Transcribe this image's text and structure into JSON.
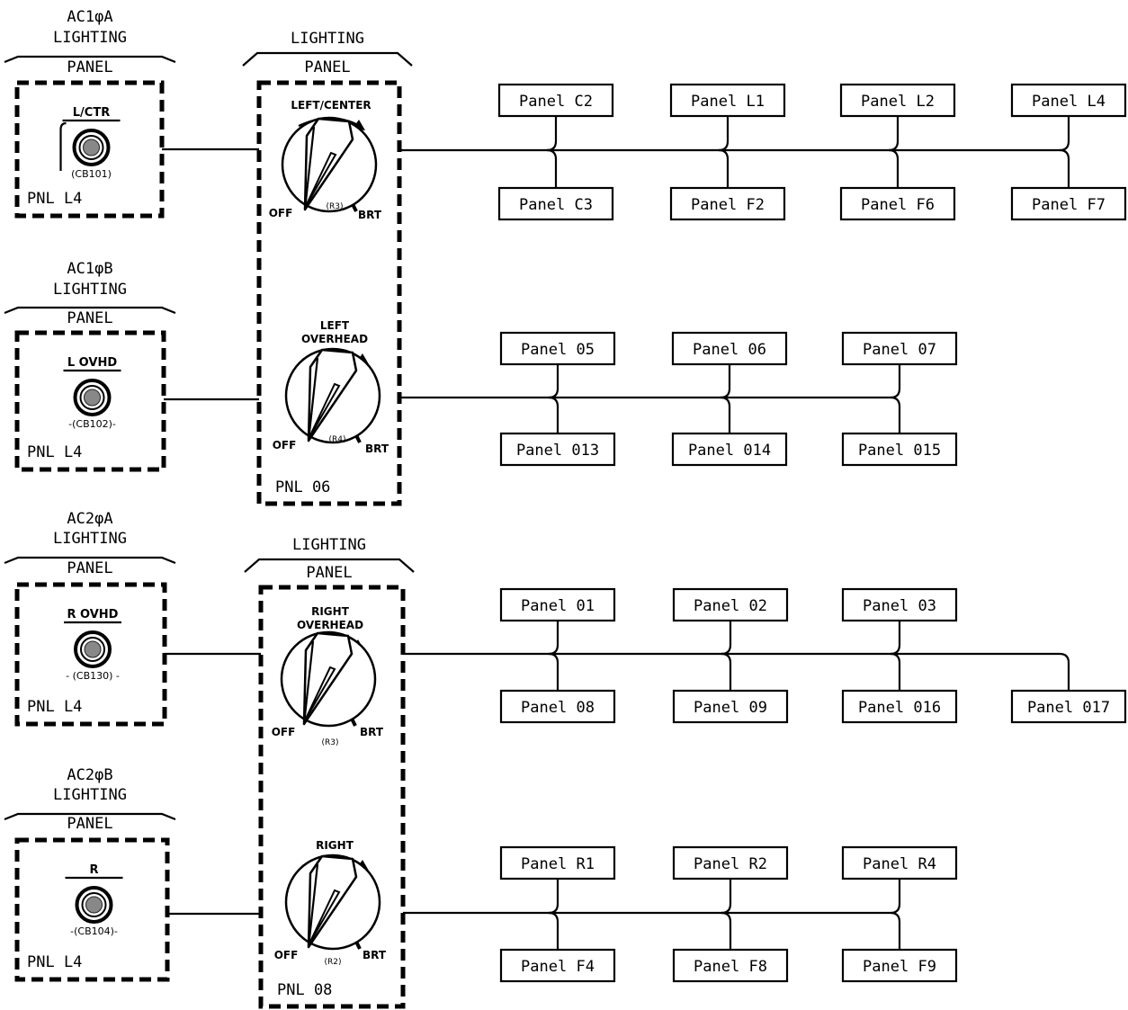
{
  "breaker_panels": [
    {
      "header_lines": [
        "AC1φA",
        "LIGHTING"
      ],
      "panel_label": "PANEL",
      "switch_label": "L/CTR",
      "breaker_id": "(CB101)",
      "location": "PNL L4"
    },
    {
      "header_lines": [
        "AC1φB",
        "LIGHTING"
      ],
      "panel_label": "PANEL",
      "switch_label": "L OVHD",
      "breaker_id": "-(CB102)-",
      "location": "PNL L4"
    },
    {
      "header_lines": [
        "AC2φA",
        "LIGHTING"
      ],
      "panel_label": "PANEL",
      "switch_label": "R OVHD",
      "breaker_id": "- (CB130) -",
      "location": "PNL L4"
    },
    {
      "header_lines": [
        "AC2φB",
        "LIGHTING"
      ],
      "panel_label": "PANEL",
      "switch_label": "R",
      "breaker_id": "-(CB104)-",
      "location": "PNL L4"
    }
  ],
  "control_panels": [
    {
      "header_lines": [
        "LIGHTING"
      ],
      "panel_label": "PANEL",
      "location": "PNL 06",
      "knobs": [
        {
          "title_lines": [
            "LEFT/CENTER"
          ],
          "resistor": "(R3)",
          "off_label": "OFF",
          "brt_label": "BRT"
        },
        {
          "title_lines": [
            "LEFT",
            "OVERHEAD"
          ],
          "resistor": "(R4)",
          "off_label": "OFF",
          "brt_label": "BRT"
        }
      ]
    },
    {
      "header_lines": [
        "LIGHTING"
      ],
      "panel_label": "PANEL",
      "location": "PNL 08",
      "knobs": [
        {
          "title_lines": [
            "RIGHT",
            "OVERHEAD"
          ],
          "resistor": "(R3)",
          "off_label": "OFF",
          "brt_label": "BRT"
        },
        {
          "title_lines": [
            "RIGHT"
          ],
          "resistor": "(R2)",
          "off_label": "OFF",
          "brt_label": "BRT"
        }
      ]
    }
  ],
  "bus_rows": [
    {
      "top": [
        "Panel C2",
        "Panel L1",
        "Panel L2",
        "Panel L4"
      ],
      "bottom": [
        "Panel C3",
        "Panel F2",
        "Panel F6",
        "Panel F7"
      ]
    },
    {
      "top": [
        "Panel 05",
        "Panel 06",
        "Panel 07"
      ],
      "bottom": [
        "Panel 013",
        "Panel 014",
        "Panel 015"
      ]
    },
    {
      "top": [
        "Panel 01",
        "Panel 02",
        "Panel 03"
      ],
      "bottom": [
        "Panel 08",
        "Panel 09",
        "Panel 016",
        "Panel 017"
      ]
    },
    {
      "top": [
        "Panel R1",
        "Panel R2",
        "Panel R4"
      ],
      "bottom": [
        "Panel F4",
        "Panel F8",
        "Panel F9"
      ]
    }
  ]
}
